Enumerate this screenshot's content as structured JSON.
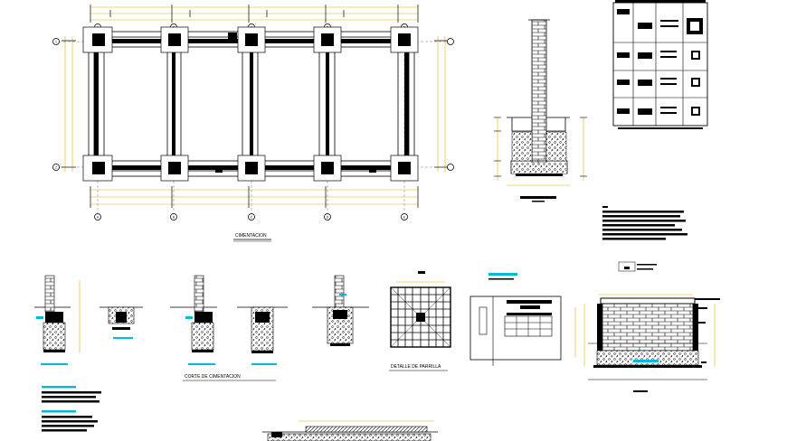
{
  "sheet": {
    "plan_caption": "CIMENTACION",
    "section_caption": "CORTE DE CIMENTACION",
    "grate_caption": "DETALLE DE PARRILLA"
  },
  "grid": {
    "columns_top": [
      "A",
      "B",
      "C",
      "D",
      "E"
    ],
    "columns_bottom": [
      "A",
      "B",
      "C",
      "D",
      "E"
    ],
    "rows": [
      "1",
      "2"
    ]
  },
  "colors": {
    "line": "#000000",
    "dimension": "#e3b400",
    "accent": "#00bcd4",
    "ink": "#111111"
  }
}
